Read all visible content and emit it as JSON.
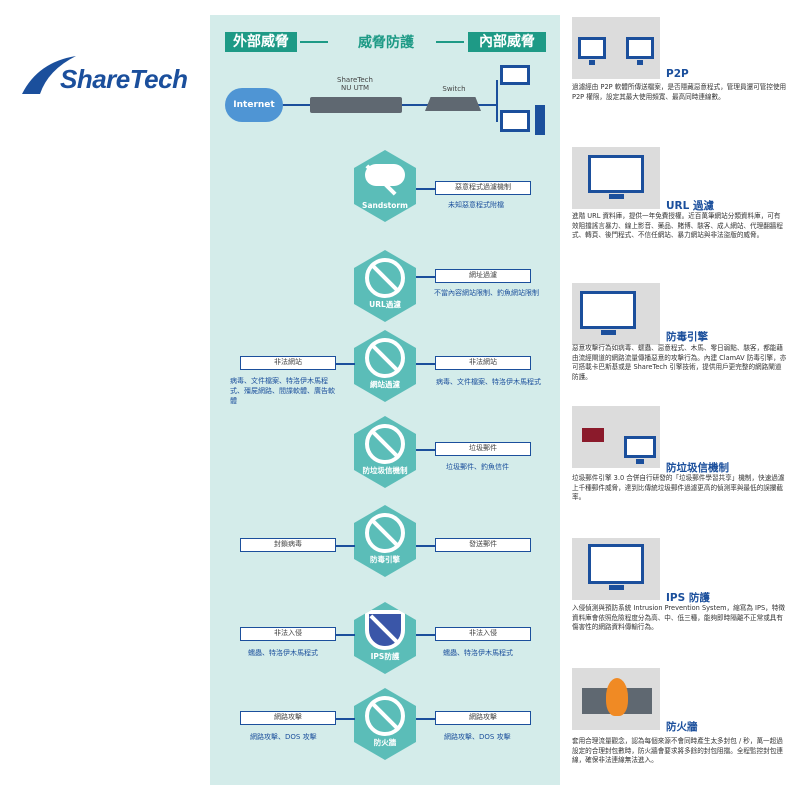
{
  "logo": {
    "text": "ShareTech"
  },
  "header": {
    "external": "外部威脅",
    "center": "威脅防護",
    "internal": "內部威脅"
  },
  "network": {
    "internet": "Internet",
    "utm_line1": "ShareTech",
    "utm_line2": "NU UTM",
    "switch": "Switch"
  },
  "modules": [
    {
      "label": "Sandstorm",
      "left": null,
      "right": {
        "box": "惡意程式過濾機制",
        "desc": "未知惡意程式附檔"
      }
    },
    {
      "label": "URL過濾",
      "left": null,
      "right": {
        "box": "網址過濾",
        "desc": "不當內容網站限制、釣魚網站限制"
      }
    },
    {
      "label": "網站過濾",
      "left": {
        "box": "非法網站",
        "desc": "病毒、文件檔案、特洛伊木馬程式、殭屍網路、間諜軟體、廣告軟體"
      },
      "right": {
        "box": "非法網站",
        "desc": "病毒、文件檔案、特洛伊木馬程式"
      }
    },
    {
      "label": "防垃圾信機制",
      "left": null,
      "right": {
        "box": "垃圾郵件",
        "desc": "垃圾郵件、釣魚信件"
      }
    },
    {
      "label": "防毒引擎",
      "left": {
        "box": "封鎖病毒",
        "desc": ""
      },
      "right": {
        "box": "發送郵件",
        "desc": ""
      }
    },
    {
      "label": "IPS防護",
      "left": {
        "box": "非法入侵",
        "desc": "蠕蟲、特洛伊木馬程式"
      },
      "right": {
        "box": "非法入侵",
        "desc": "蠕蟲、特洛伊木馬程式"
      }
    },
    {
      "label": "防火牆",
      "left": {
        "box": "網路攻擊",
        "desc": "網路攻擊、DOS 攻擊"
      },
      "right": {
        "box": "網路攻擊",
        "desc": "網路攻擊、DOS 攻擊"
      }
    }
  ],
  "features": [
    {
      "title": "P2P",
      "desc": "過濾經由 P2P 軟體所傳送檔案，是否隱藏惡意程式，管理員還可管控使用 P2P 權限，設定其最大使用頻寬、最高同時連線數。"
    },
    {
      "title": "URL 過濾",
      "desc": "進階 URL 資料庫，提供一年免費授權。近百萬筆網站分類資料庫，可有效阻擋謠言暴力、線上影音、藥品、賭博、駭客、成人網站、代理翻牆程式、轉頁、後門程式、不信任網站、暴力網站與非法盜版的威脅。"
    },
    {
      "title": "防毒引擎",
      "desc": "惡意攻擊行為如病毒、蠕蟲、惡意程式、木馬、零日弱點、駭客，都能藉由流經閘道的網路流量傳播惡意的攻擊行為。內建 ClamAV 防毒引擎，亦可搭載卡巴斯基或是 ShareTech 引擎技術，提供用戶更完整的網路閘道防護。"
    },
    {
      "title": "防垃圾信機制",
      "desc": "垃圾郵件引擎 3.0 合併自行研發的「垃圾郵件學習共享」機制，快速過濾上千種郵件威脅，達到比傳統垃圾郵件過濾更高的偵測率與最低的誤攔截率。"
    },
    {
      "title": "IPS 防護",
      "desc": "入侵偵測與預防系統 Intrusion Prevention System，縮寫為 IPS，特徵資料庫會依照危險程度分為高、中、低三種，能夠即時隔離不正常或具有傷害性的網路資料傳輸行為。"
    },
    {
      "title": "防火牆",
      "desc": "套用合理流量觀念，認為每個來源不會同時產生太多封包 / 秒，萬一超過設定的合理封包數時，防火牆會要求將多餘的封包阻擋。全程監控封包連線，確保非法連線無法進入。"
    }
  ]
}
